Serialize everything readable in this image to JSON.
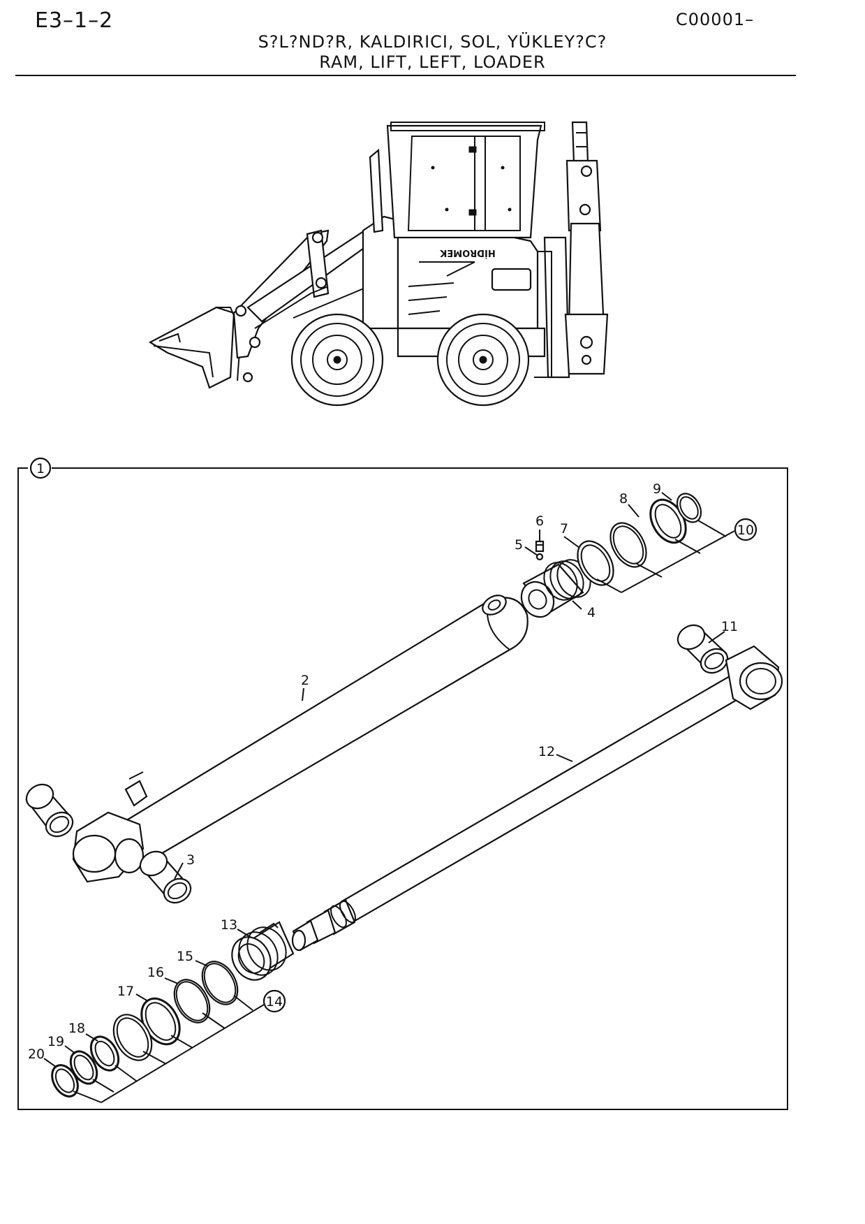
{
  "header": {
    "page_code": "E3–1–2",
    "catalog_code": "C00001–",
    "title_tr": "S?L?ND?R, KALDIRICI, SOL, YÜKLEY?C?",
    "title_en": "RAM, LIFT, LEFT, LOADER"
  },
  "machine": {
    "brand_text": "HİDROMEK"
  },
  "diagram": {
    "assembly_callout": "1",
    "part_numbers": [
      "2",
      "3",
      "4",
      "5",
      "6",
      "7",
      "8",
      "9",
      "10",
      "11",
      "12",
      "13",
      "14",
      "15",
      "16",
      "17",
      "18",
      "19",
      "20"
    ],
    "group_callouts": [
      "10",
      "14"
    ]
  }
}
